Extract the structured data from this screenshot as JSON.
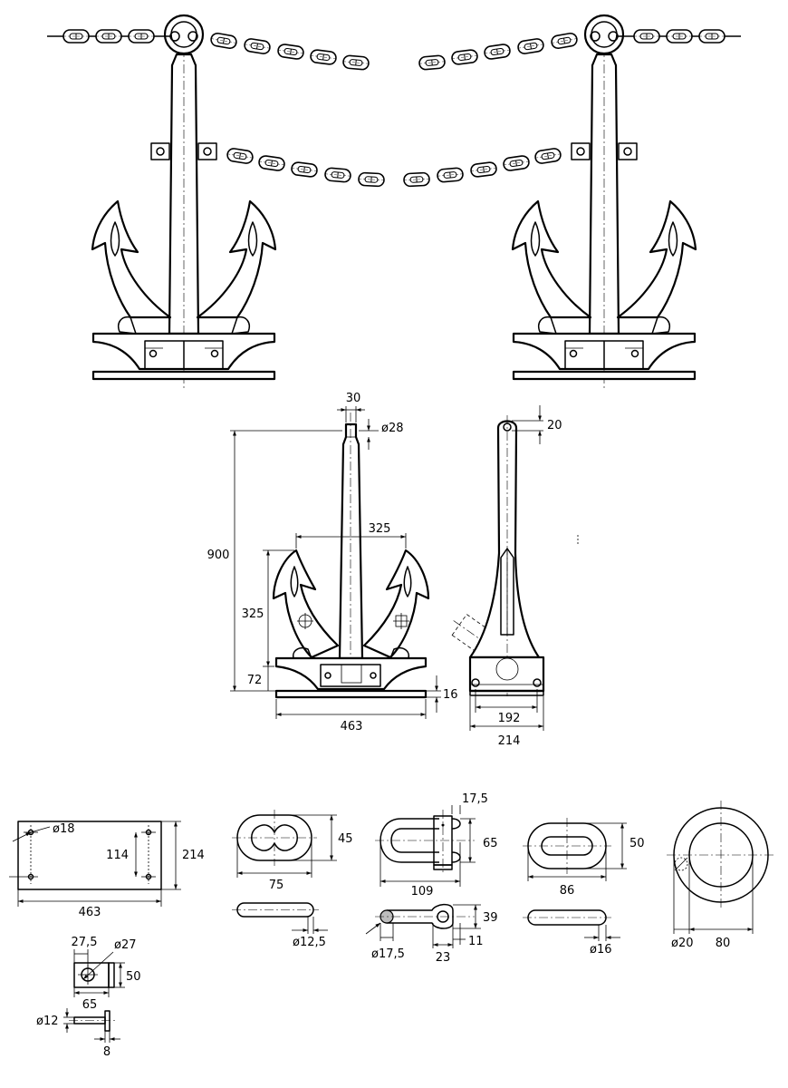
{
  "dimensions": {
    "top_width": "30",
    "top_hole": "ø28",
    "total_height": "900",
    "fluke_spread": "325",
    "fluke_height": "325",
    "crown_height": "72",
    "base_length": "463",
    "base_thick": "16",
    "side_hole": "20",
    "side_inner": "192",
    "side_outer": "214",
    "plate_hole": "ø18",
    "plate_holes_gap": "114",
    "plate_width": "214",
    "plate_length": "463",
    "link_width": "45",
    "link_length": "75",
    "link_bar": "ø12,5",
    "shackle_pin": "17,5",
    "shackle_width": "65",
    "shackle_length": "109",
    "shackle_height": "39",
    "shackle_bar": "ø17,5",
    "shackle_eye": "23",
    "shackle_tip": "11",
    "oval_width": "50",
    "oval_length": "86",
    "oval_bar": "ø16",
    "ring_bar": "ø20",
    "ring_inner": "80",
    "bracket_offset": "27,5",
    "bracket_hole": "ø27",
    "bracket_height": "50",
    "bracket_length": "65",
    "bolt_dia": "ø12",
    "bolt_head": "8"
  }
}
